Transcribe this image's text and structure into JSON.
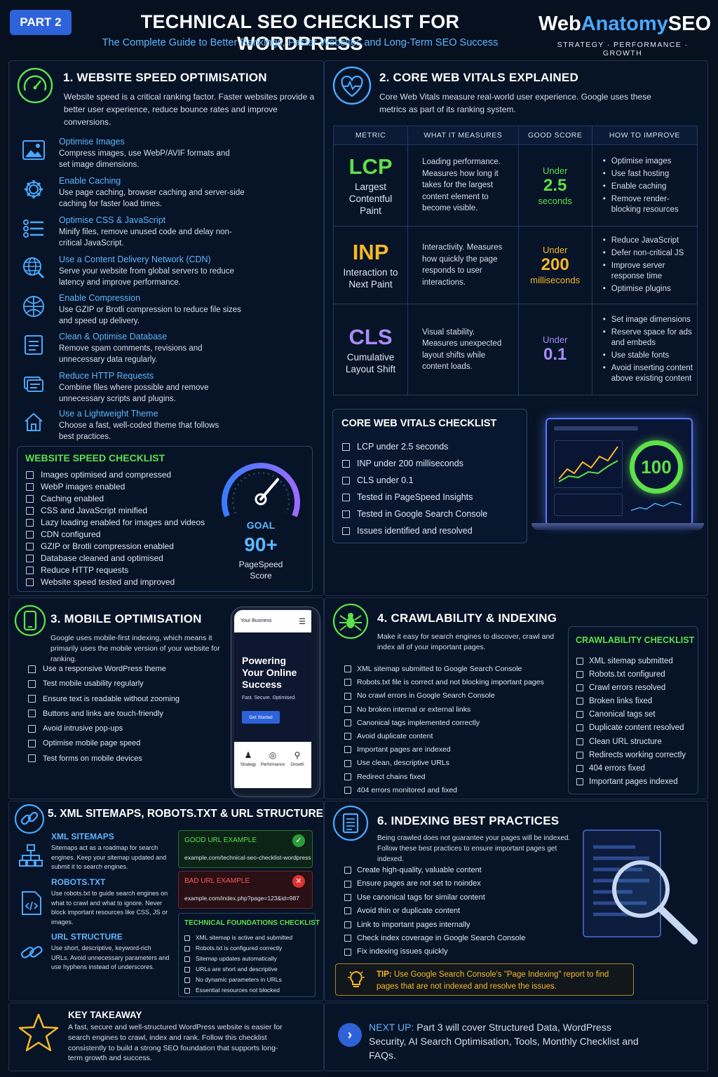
{
  "header": {
    "part_badge": "PART 2",
    "title": "TECHNICAL SEO CHECKLIST FOR WORDPRESS",
    "subtitle": "The Complete Guide to Better Rankings, Faster Websites and Long-Term SEO Success",
    "brand_web": "Web",
    "brand_anatomy": "Anatomy",
    "brand_seo": "SEO",
    "brand_tagline": "STRATEGY · PERFORMANCE · GROWTH"
  },
  "s1": {
    "title": "1. WEBSITE SPEED OPTIMISATION",
    "intro": "Website speed is a critical ranking factor. Faster websites provide a better user experience, reduce bounce rates and improve conversions.",
    "items": [
      {
        "icon": "image-icon",
        "title": "Optimise Images",
        "text": "Compress images, use WebP/AVIF formats and set image dimensions."
      },
      {
        "icon": "gear-icon",
        "title": "Enable Caching",
        "text": "Use page caching, browser caching and server-side caching for faster load times."
      },
      {
        "icon": "list-icon",
        "title": "Optimise CSS & JavaScript",
        "text": "Minify files, remove unused code and delay non-critical JavaScript."
      },
      {
        "icon": "globe-icon",
        "title": "Use a Content Delivery Network (CDN)",
        "text": "Serve your website from global servers to reduce latency and improve performance."
      },
      {
        "icon": "compress-icon",
        "title": "Enable Compression",
        "text": "Use GZIP or Brotli compression to reduce file sizes and speed up delivery."
      },
      {
        "icon": "database-icon",
        "title": "Clean & Optimise Database",
        "text": "Remove spam comments, revisions and unnecessary data regularly."
      },
      {
        "icon": "requests-icon",
        "title": "Reduce HTTP Requests",
        "text": "Combine files where possible and remove unnecessary scripts and plugins."
      },
      {
        "icon": "home-icon",
        "title": "Use a Lightweight Theme",
        "text": "Choose a fast, well-coded theme that follows best practices."
      }
    ],
    "checklist_title": "WEBSITE SPEED CHECKLIST",
    "checklist": [
      "Images optimised and compressed",
      "WebP images enabled",
      "Caching enabled",
      "CSS and JavaScript minified",
      "Lazy loading enabled for images and videos",
      "CDN configured",
      "GZIP or Brotli compression enabled",
      "Database cleaned and optimised",
      "Reduce HTTP requests",
      "Website speed tested and improved"
    ],
    "goal_label": "GOAL",
    "goal_value": "90+",
    "goal_caption_1": "PageSpeed",
    "goal_caption_2": "Score"
  },
  "s2": {
    "title": "2. CORE WEB VITALS EXPLAINED",
    "intro": "Core Web Vitals measure real-world user experience. Google uses these metrics as part of its ranking system.",
    "headers": [
      "METRIC",
      "WHAT IT MEASURES",
      "GOOD SCORE",
      "HOW TO IMPROVE"
    ],
    "rows": [
      {
        "abbr": "LCP",
        "name": "Largest Contentful Paint",
        "color": "#5ee04a",
        "measures": "Loading performance. Measures how long it takes for the largest content element to become visible.",
        "score_pre": "Under",
        "score_value": "2.5",
        "score_unit": "seconds",
        "improve": [
          "Optimise images",
          "Use fast hosting",
          "Enable caching",
          "Remove render-blocking resources"
        ]
      },
      {
        "abbr": "INP",
        "name": "Interaction to Next Paint",
        "color": "#f5b82a",
        "measures": "Interactivity. Measures how quickly the page responds to user interactions.",
        "score_pre": "Under",
        "score_value": "200",
        "score_unit": "milliseconds",
        "improve": [
          "Reduce JavaScript",
          "Defer non-critical JS",
          "Improve server response time",
          "Optimise plugins"
        ]
      },
      {
        "abbr": "CLS",
        "name": "Cumulative Layout Shift",
        "color": "#a98cf7",
        "measures": "Visual stability. Measures unexpected layout shifts while content loads.",
        "score_pre": "Under",
        "score_value": "0.1",
        "score_unit": "",
        "improve": [
          "Set image dimensions",
          "Reserve space for ads and embeds",
          "Use stable fonts",
          "Avoid inserting content above existing content"
        ]
      }
    ],
    "checklist_title": "CORE WEB VITALS CHECKLIST",
    "checklist": [
      "LCP under 2.5 seconds",
      "INP under 200 milliseconds",
      "CLS under 0.1",
      "Tested in PageSpeed Insights",
      "Tested in Google Search Console",
      "Issues identified and resolved"
    ],
    "laptop_score": "100"
  },
  "s3": {
    "title": "3. MOBILE OPTIMISATION",
    "intro": "Google uses mobile-first indexing, which means it primarily uses the mobile version of your website for ranking.",
    "checklist": [
      "Use a responsive WordPress theme",
      "Test mobile usability regularly",
      "Ensure text is readable without zooming",
      "Buttons and links are touch-friendly",
      "Avoid intrusive pop-ups",
      "Optimise mobile page speed",
      "Test forms on mobile devices"
    ],
    "phone": {
      "brand": "Your Business",
      "headline": "Powering Your Online Success",
      "tagline": "Fast. Secure. Optimised.",
      "cta": "Get Started",
      "nav": [
        "Strategy",
        "Performance",
        "Growth"
      ]
    }
  },
  "s4": {
    "title": "4. CRAWLABILITY & INDEXING",
    "intro": "Make it easy for search engines to discover, crawl and index all of your important pages.",
    "checklist": [
      "XML sitemap submitted to Google Search Console",
      "Robots.txt file is correct and not blocking important pages",
      "No crawl errors in Google Search Console",
      "No broken internal or external links",
      "Canonical tags implemented correctly",
      "Avoid duplicate content",
      "Important pages are indexed",
      "Use clean, descriptive URLs",
      "Redirect chains fixed",
      "404 errors monitored and fixed"
    ],
    "box_title": "CRAWLABILITY CHECKLIST",
    "box_items": [
      "XML sitemap submitted",
      "Robots.txt configured",
      "Crawl errors resolved",
      "Broken links fixed",
      "Canonical tags set",
      "Duplicate content resolved",
      "Clean URL structure",
      "Redirects working correctly",
      "404 errors fixed",
      "Important pages indexed"
    ]
  },
  "s5": {
    "title": "5. XML SITEMAPS, ROBOTS.TXT & URL STRUCTURE",
    "items": [
      {
        "icon": "sitemap-icon",
        "title": "XML SITEMAPS",
        "text": "Sitemaps act as a roadmap for search engines. Keep your sitemap updated and submit it to search engines."
      },
      {
        "icon": "code-file-icon",
        "title": "ROBOTS.TXT",
        "text": "Use robots.txt to guide search engines on what to crawl and what to ignore. Never block important resources like CSS, JS or images."
      },
      {
        "icon": "link-icon",
        "title": "URL STRUCTURE",
        "text": "Use short, descriptive, keyword-rich URLs. Avoid unnecessary parameters and use hyphens instead of underscores."
      }
    ],
    "good_label": "GOOD URL EXAMPLE",
    "good_url": "example.com/technical-seo-checklist-wordpress",
    "bad_label": "BAD URL EXAMPLE",
    "bad_url": "example.com/index.php?page=123&id=987",
    "tech_title": "TECHNICAL FOUNDATIONS CHECKLIST",
    "tech_items": [
      "XML sitemap is active and submitted",
      "Robots.txt is configured correctly",
      "Sitemap updates automatically",
      "URLs are short and descriptive",
      "No dynamic parameters in URLs",
      "Essential resources not blocked"
    ]
  },
  "s6": {
    "title": "6. INDEXING BEST PRACTICES",
    "intro": "Being crawled does not guarantee your pages will be indexed. Follow these best practices to ensure important pages get indexed.",
    "checklist": [
      "Create high-quality, valuable content",
      "Ensure pages are not set to noindex",
      "Use canonical tags for similar content",
      "Avoid thin or duplicate content",
      "Link to important pages internally",
      "Check index coverage in Google Search Console",
      "Fix indexing issues quickly"
    ],
    "tip_label": "TIP:",
    "tip_text": "Use Google Search Console's \"Page Indexing\" report to find pages that are not indexed and resolve the issues."
  },
  "footer": {
    "takeaway_title": "KEY TAKEAWAY",
    "takeaway_text": "A fast, secure and well-structured WordPress website is easier for search engines to crawl, index and rank. Follow this checklist consistently to build a strong SEO foundation that supports long-term growth and success.",
    "next_label": "NEXT UP:",
    "next_text": "Part 3 will cover Structured Data, WordPress Security, AI Search Optimisation, Tools, Monthly Checklist and FAQs."
  },
  "colors": {
    "accent": "#5fb6ff",
    "green": "#5ee04a",
    "amber": "#f5b82a",
    "purple": "#a98cf7",
    "bg": "#06101f"
  }
}
